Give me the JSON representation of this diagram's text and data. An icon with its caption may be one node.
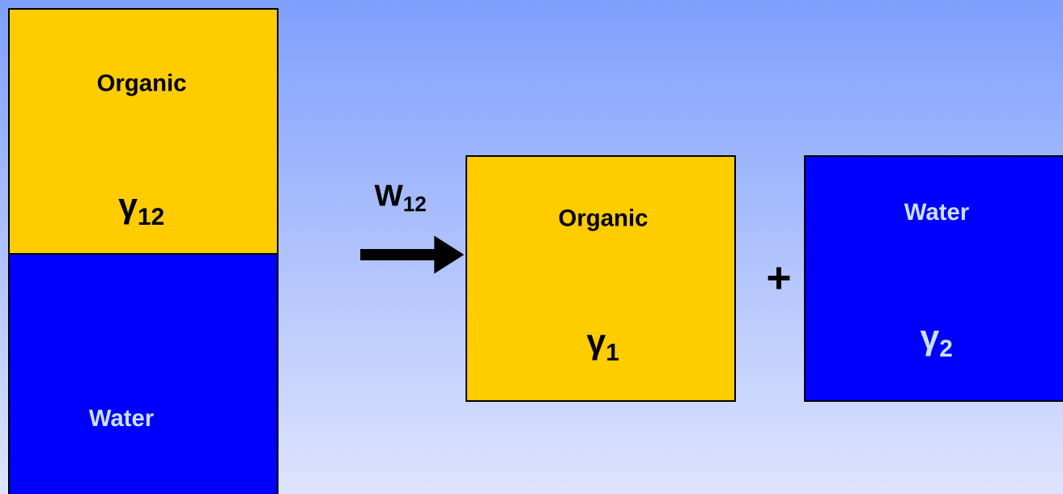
{
  "diagram": {
    "nodes": [
      {
        "text": [
          "Organic",
          "γ$_{12}$"
        ]
      },
      {
        "text": [
          "Water"
        ]
      },
      {
        "text": [
          "Organic",
          "γ$_{1}$"
        ]
      },
      {
        "text": [
          "Water",
          "γ$_{2}$"
        ]
      }
    ],
    "edges": [
      {
        "from": null,
        "to": 2,
        "arrow": "to",
        "label": "W$_{12}$"
      }
    ],
    "labels": [
      "+"
    ]
  }
}
